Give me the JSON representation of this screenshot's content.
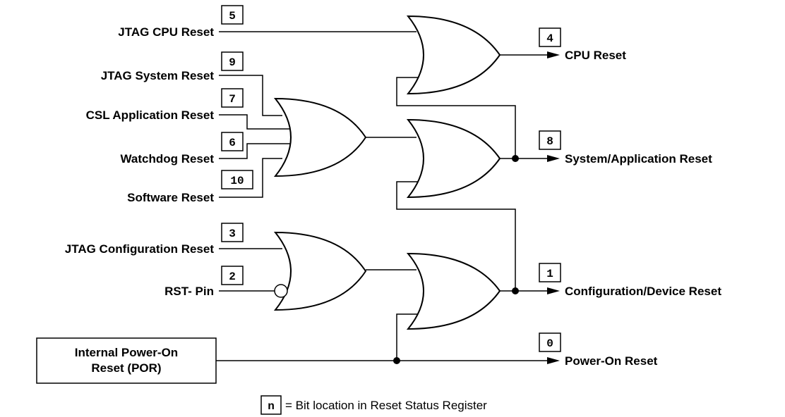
{
  "inputs": {
    "jtag_cpu_reset": {
      "label": "JTAG CPU Reset",
      "bit": "5"
    },
    "jtag_system_reset": {
      "label": "JTAG System Reset",
      "bit": "9"
    },
    "csl_application_reset": {
      "label": "CSL Application Reset",
      "bit": "7"
    },
    "watchdog_reset": {
      "label": "Watchdog Reset",
      "bit": "6"
    },
    "software_reset": {
      "label": "Software Reset",
      "bit": "10"
    },
    "jtag_configuration_reset": {
      "label": "JTAG Configuration Reset",
      "bit": "3"
    },
    "rst_pin": {
      "label": "RST- Pin",
      "bit": "2"
    },
    "por": {
      "line1": "Internal Power-On",
      "line2": "Reset (POR)"
    }
  },
  "outputs": {
    "cpu_reset": {
      "label": "CPU Reset",
      "bit": "4"
    },
    "system_application_reset": {
      "label": "System/Application Reset",
      "bit": "8"
    },
    "configuration_device_reset": {
      "label": "Configuration/Device Reset",
      "bit": "1"
    },
    "power_on_reset": {
      "label": "Power-On Reset",
      "bit": "0"
    }
  },
  "legend": {
    "symbol": "n",
    "text": "= Bit location in Reset Status Register"
  }
}
